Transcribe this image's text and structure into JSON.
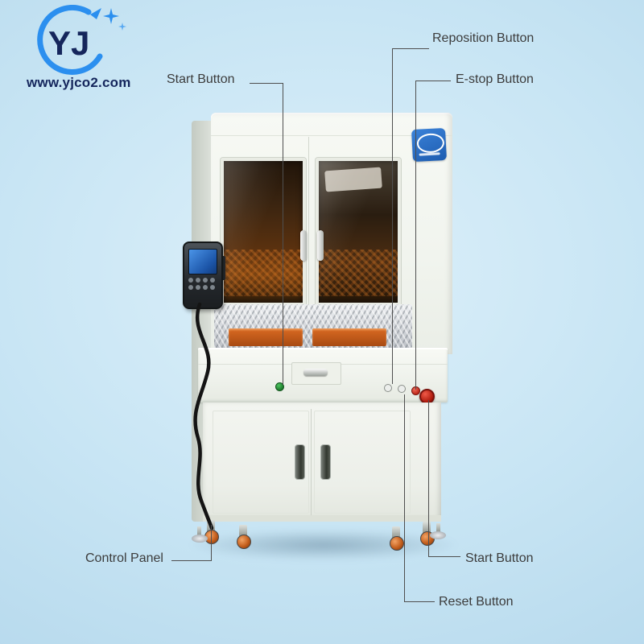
{
  "brand": {
    "logo_text": "YJ",
    "website": "www.yjco2.com"
  },
  "annotations": {
    "reposition_button": "Reposition Button",
    "start_button_top": "Start Button",
    "estop_button": "E-stop Button",
    "control_panel": "Control Panel",
    "start_button_bottom": "Start Button",
    "reset_button": "Reset Button"
  },
  "colors": {
    "background_blue": "#c8e5f4",
    "logo_arc_blue": "#2b8fef",
    "logo_navy": "#15265c",
    "label_text": "#3c3c3c",
    "machine_white": "#f1f4ee",
    "estop_red": "#bf281a",
    "start_green": "#1d7a2c",
    "tray_orange": "#c05a1d",
    "sticker_blue": "#2a6ec4"
  }
}
